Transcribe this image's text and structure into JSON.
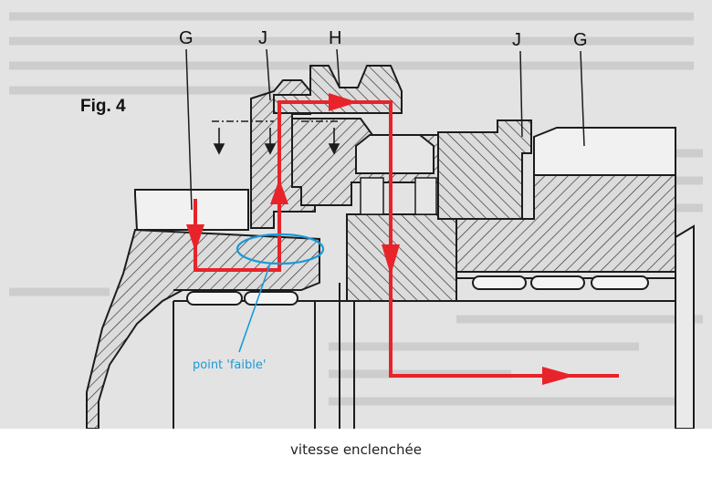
{
  "figure": {
    "title": "Fig. 4",
    "labels": {
      "g_left": "G",
      "j_left": "J",
      "h": "H",
      "j_right": "J",
      "g_right": "G"
    },
    "annotation": "point 'faible'",
    "colors": {
      "arrow": "#e8232a",
      "annotation": "#1a9ad6",
      "ink": "#1c1c1c",
      "paper": "#e3e3e3"
    }
  },
  "caption": "vitesse enclenchée"
}
